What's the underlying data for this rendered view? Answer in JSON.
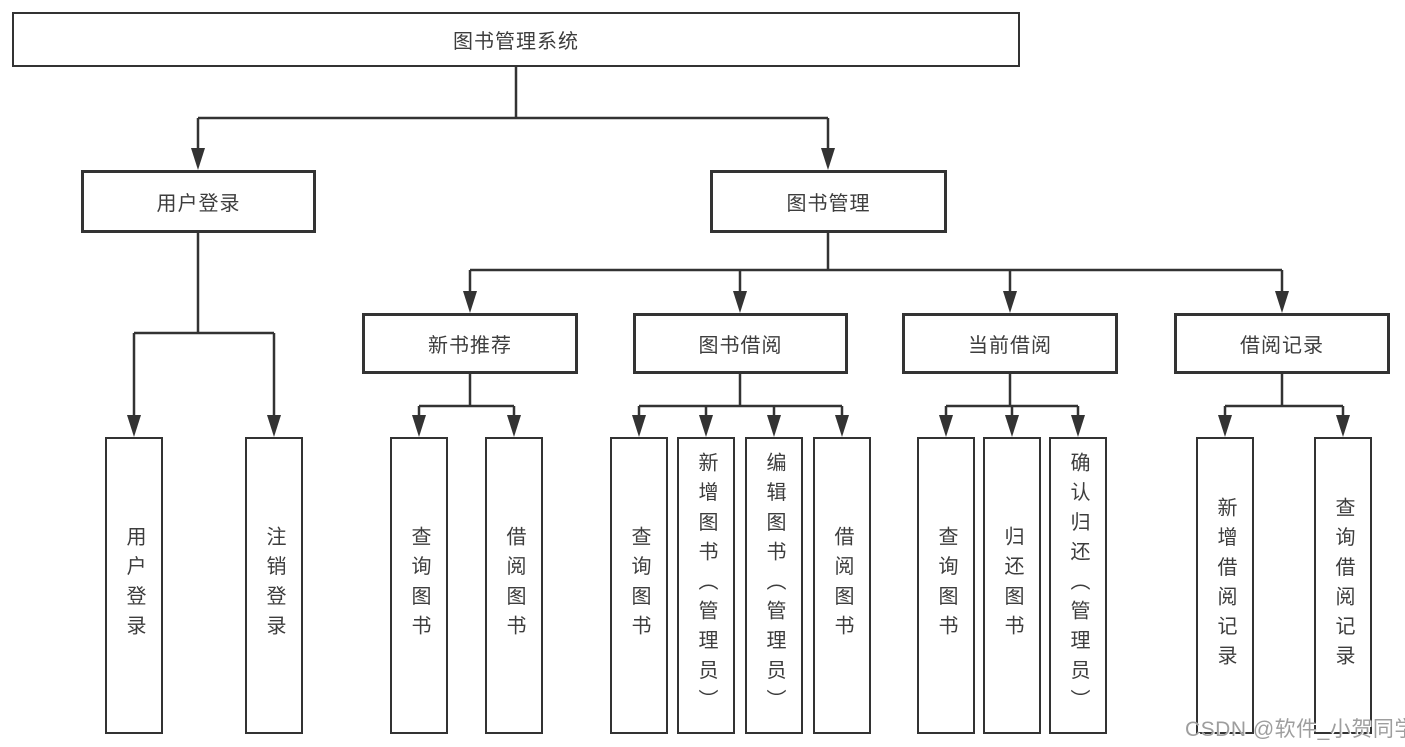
{
  "tree": {
    "root": {
      "label": "图书管理系统"
    },
    "branches": [
      {
        "label": "用户登录",
        "children": [
          {
            "label": "用户登录"
          },
          {
            "label": "注销登录"
          }
        ]
      },
      {
        "label": "图书管理",
        "groups": [
          {
            "label": "新书推荐",
            "children": [
              {
                "label": "查询图书"
              },
              {
                "label": "借阅图书"
              }
            ]
          },
          {
            "label": "图书借阅",
            "children": [
              {
                "label": "查询图书"
              },
              {
                "label": "新增图书（管理员）"
              },
              {
                "label": "编辑图书（管理员）"
              },
              {
                "label": "借阅图书"
              }
            ]
          },
          {
            "label": "当前借阅",
            "children": [
              {
                "label": "查询图书"
              },
              {
                "label": "归还图书"
              },
              {
                "label": "确认归还（管理员）"
              }
            ]
          },
          {
            "label": "借阅记录",
            "children": [
              {
                "label": "新增借阅记录"
              },
              {
                "label": "查询借阅记录"
              }
            ]
          }
        ]
      }
    ]
  },
  "watermark": "CSDN @软件_小贺同学",
  "colors": {
    "line": "#333333",
    "box_border": "#333333",
    "text": "#3d3d3d",
    "background": "#ffffff",
    "watermark": "#9e9e9e"
  }
}
